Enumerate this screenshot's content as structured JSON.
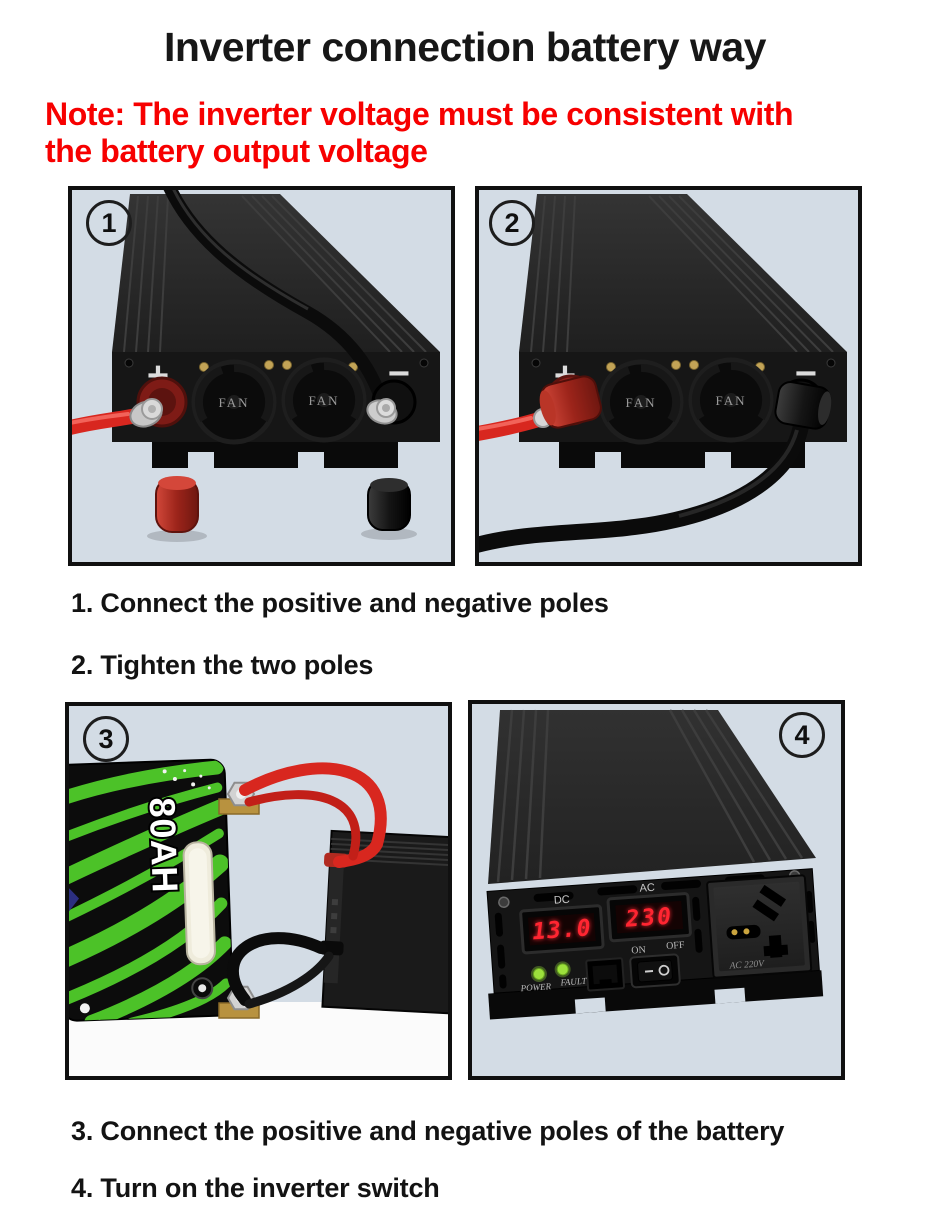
{
  "title": "Inverter connection battery way",
  "note": {
    "line1": "Note: The inverter voltage must be consistent with",
    "line2": "the battery output voltage"
  },
  "steps": {
    "step1": "1. Connect the positive and negative poles",
    "step2": "2. Tighten the two poles",
    "step3": "3. Connect the positive and negative poles of the battery",
    "step4": "4. Turn on the inverter switch"
  },
  "panels": {
    "p1": {
      "badge": "1"
    },
    "p2": {
      "badge": "2"
    },
    "p3": {
      "badge": "3"
    },
    "p4": {
      "badge": "4"
    }
  },
  "rear_panel": {
    "plus": "+",
    "minus": "−",
    "fan": "FAN"
  },
  "battery": {
    "capacity": "80AH"
  },
  "front_panel": {
    "dc_label": "DC",
    "ac_label": "AC",
    "dc_value": "13.0",
    "ac_value": "230",
    "on_label": "ON",
    "off_label": "OFF",
    "power_label": "POWER",
    "fault_label": "FAULT",
    "socket_label": "AC 220V"
  },
  "colors": {
    "note_red": "#f70000",
    "panel_background": "#d3dce5",
    "led_digit_red": "#ff2531",
    "battery_green": "#4cc228",
    "cable_red": "#d8271f",
    "case_black": "#161616"
  }
}
